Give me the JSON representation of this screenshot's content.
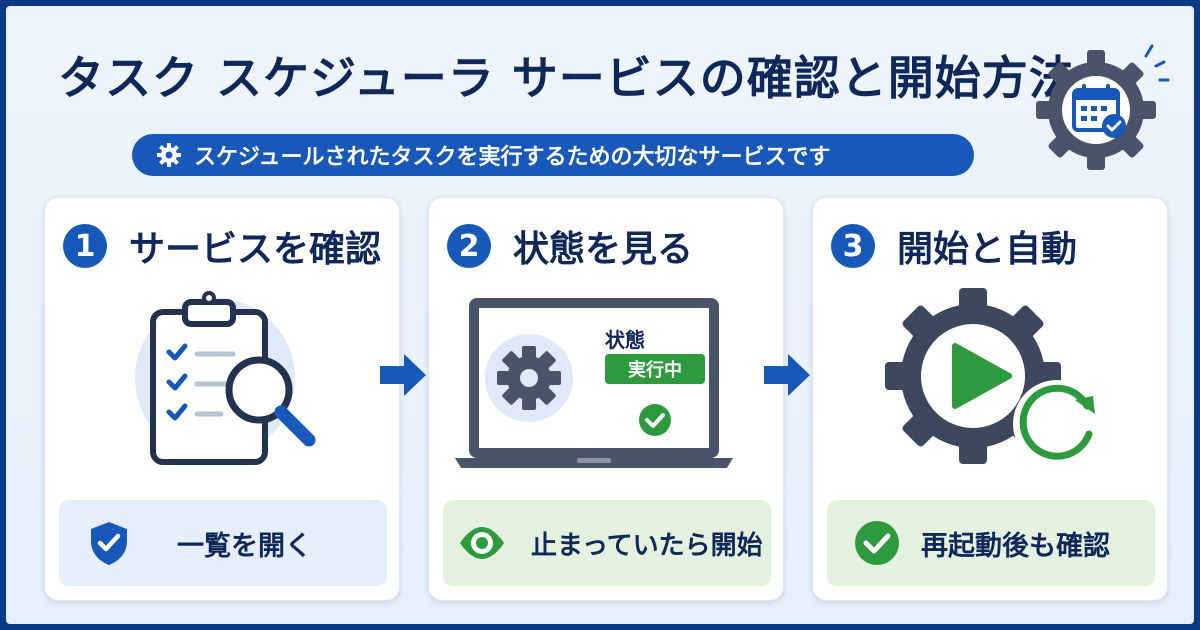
{
  "header": {
    "title": "タスク スケジューラ サービスの確認と開始方法",
    "subtitle": "スケジュールされたタスクを実行するための大切なサービスです",
    "header_icon": "gear-calendar-icon",
    "subtitle_icon": "gear-icon"
  },
  "steps": [
    {
      "number": "1",
      "title": "サービスを確認",
      "illustration": "clipboard-search-icon",
      "action_icon": "shield-check-icon",
      "action_label": "一覧を開く"
    },
    {
      "number": "2",
      "title": "状態を見る",
      "illustration": "laptop-gear-icon",
      "screen": {
        "status_label": "状態",
        "status_value": "実行中"
      },
      "action_icon": "eye-icon",
      "action_label": "止まっていたら開始"
    },
    {
      "number": "3",
      "title": "開始と自動",
      "illustration": "gear-play-icon",
      "action_icon": "check-circle-icon",
      "action_label": "再起動後も確認"
    }
  ],
  "colors": {
    "primary_blue": "#1858b8",
    "dark_navy": "#10275a",
    "green": "#2e9a3e",
    "gear_gray": "#4a5468"
  }
}
